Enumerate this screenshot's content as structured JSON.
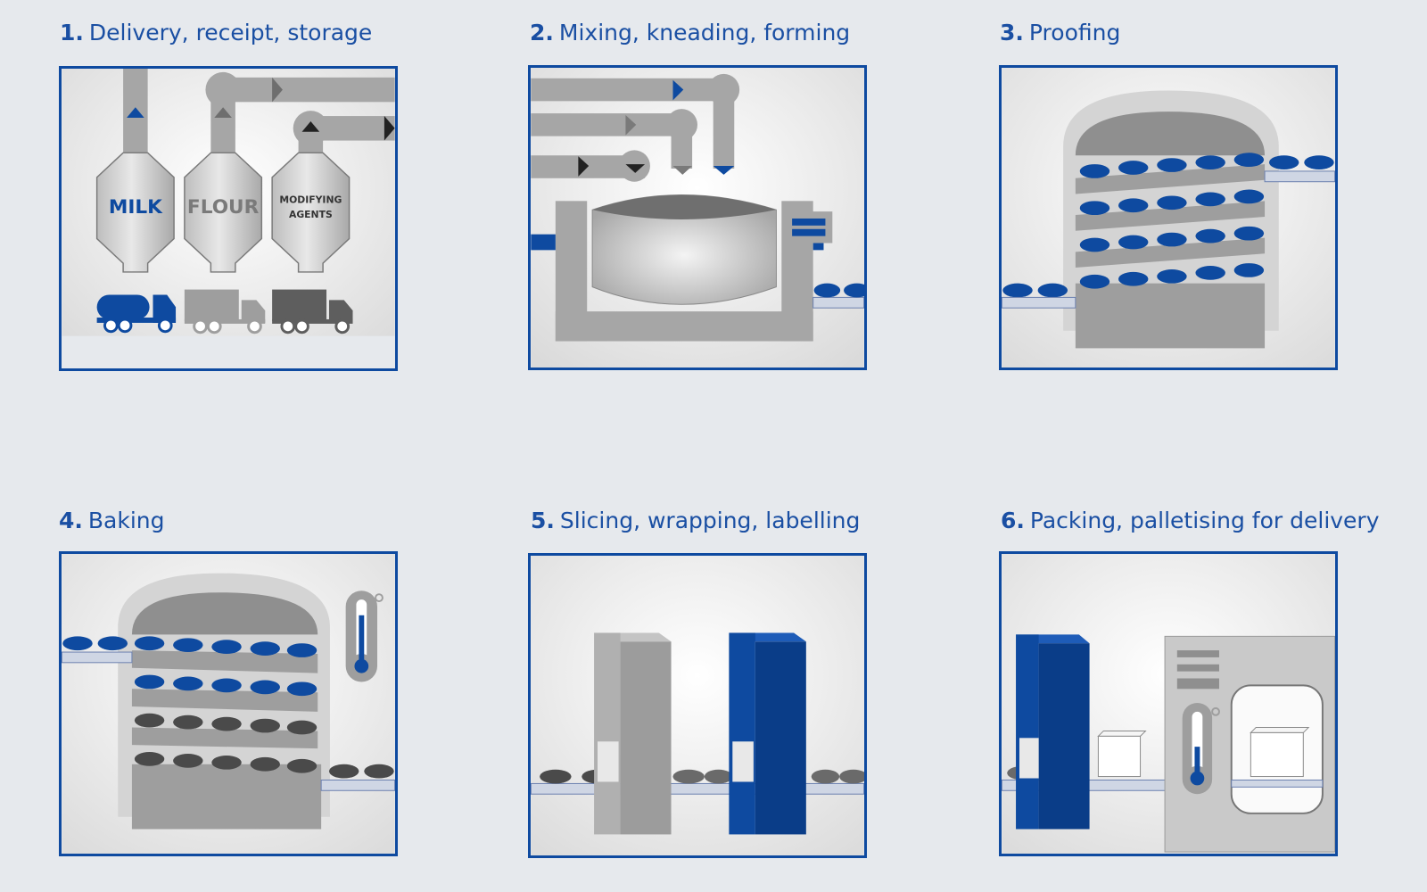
{
  "colors": {
    "background": "#e6e9ed",
    "accent_blue": "#0e4aa0",
    "title_blue": "#1a4fa3",
    "machine_gray": "#a6a6a6",
    "dark_gray": "#5a5a5a"
  },
  "steps": [
    {
      "number": "1.",
      "title": "Delivery, receipt, storage",
      "silos": [
        "MILK",
        "FLOUR",
        "MODIFYING",
        "AGENTS"
      ]
    },
    {
      "number": "2.",
      "title": "Mixing, kneading, forming"
    },
    {
      "number": "3.",
      "title": "Proofing"
    },
    {
      "number": "4.",
      "title": "Baking"
    },
    {
      "number": "5.",
      "title": "Slicing, wrapping, labelling"
    },
    {
      "number": "6.",
      "title": "Packing, palletising for delivery"
    }
  ],
  "icons": {
    "panel1": [
      "silo-icon",
      "pipe-icon",
      "tanker-truck-icon",
      "delivery-truck-icon"
    ],
    "panel2": [
      "mixer-bowl-icon",
      "control-panel-icon",
      "conveyor-icon"
    ],
    "panel3": [
      "proofing-chamber-icon",
      "dough-loaf-icon",
      "conveyor-icon"
    ],
    "panel4": [
      "oven-icon",
      "thermometer-icon",
      "bread-loaf-icon"
    ],
    "panel5": [
      "slicer-tower-icon",
      "wrapper-tower-icon",
      "sliced-loaf-icon"
    ],
    "panel6": [
      "packer-tower-icon",
      "box-icon",
      "palletiser-icon",
      "thermometer-icon"
    ]
  }
}
